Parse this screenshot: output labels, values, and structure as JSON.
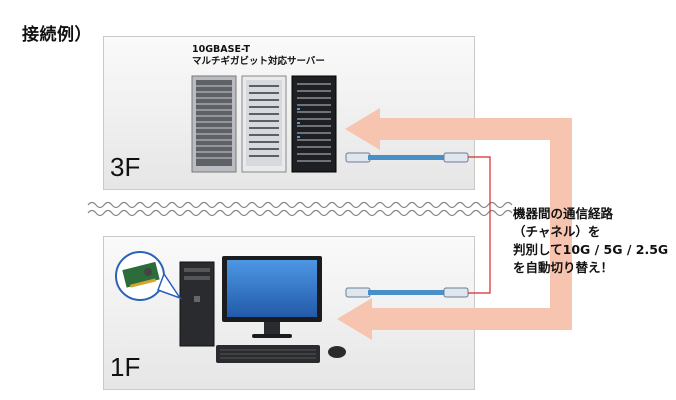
{
  "title": "接続例）",
  "floors": {
    "upper": "3F",
    "lower": "1F"
  },
  "server_caption": {
    "line1": "10GBASE-T",
    "line2": "マルチギガビット対応サーバー"
  },
  "note": {
    "line1": "機器間の通信経路",
    "line2": "（チャネル）を",
    "line3": "判別して10G / 5G / 2.5G",
    "line4": "を自動切り替え！"
  },
  "colors": {
    "arrow": "#f7c4b0",
    "cable": "#4a90c8",
    "link_line": "#d62828",
    "floor_bg": "#eeeeee"
  },
  "icons": [
    "server-rack",
    "desktop-tower",
    "monitor",
    "keyboard",
    "mouse",
    "network-card",
    "lan-cable",
    "wavy-divider"
  ]
}
